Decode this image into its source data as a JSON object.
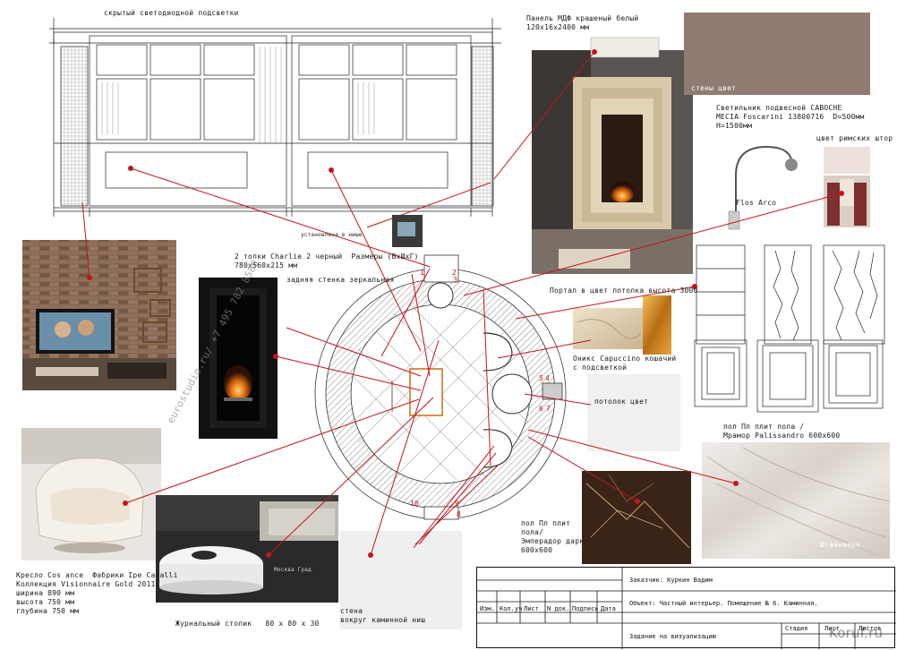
{
  "colors": {
    "red_line": "#c4141c",
    "swatch_wall": "#8f7b72",
    "swatch_curtain": "#ede1dd",
    "swatch_ceiling": "#f3f1ef",
    "marble_dark": "#3a2418",
    "marble_light": "#e8e3de",
    "onyx": "#d9c7a8",
    "amber": "#c8821c",
    "brick": "#8a6a55",
    "hatch": "#555555"
  },
  "labels": {
    "elevation_top": "скрытый светодиодной подсветки",
    "mdf_panel": "Панель МДФ крашеный белый\n120х16х2400 мм",
    "wall_color": "стены цвет",
    "lamp_spec": "Светильник подвесной САВОСНЕ\nМЕСIА Foscarini 13800716  D=500мм\nH=1500мм",
    "curtain_color": "цвет римских штор",
    "flos_arco": "Flos Arco",
    "fireplace_spec": "2 топки Charlie 2 черный  Размеры (ВхШхГ)\n780х560х215 мм",
    "mirror_wall": "задняя стенка зеркальная",
    "portal_note": "Портал в цвет потолка высота 3000",
    "onyx_note": "Оникс Capuccino кошачий\nс подсветкой",
    "ceiling_color": "потолок цвет",
    "marble_palissandro": "пол Пл плит пола /\nМрамор Palissandro 600х600",
    "marble_emperador": "пол Пл плит\nпола/\nЭмперадор дарк\n600х600",
    "wall_bottom": "стена\nвокруг каминной ниш",
    "chair_spec": "Кресло Cos ance  Фабрики Ipe Cavalli\nКоллекция Visionnaire Gold 2011\nширина 890 мм\nвысота 750 мм\nглубина 750 мм",
    "table_spec": "Журнальный столик   80 х 80 х 30",
    "small_note": "установлена в нише",
    "watermark_text": "eurostudio.ru/ +7 495 782 8580",
    "shtayner": "Штайнверк",
    "koruf": "Koruf.ru",
    "moscow": "Москва Град",
    "plan_nums": [
      "1",
      "2",
      "3",
      "4",
      "5",
      "6",
      "7",
      "8",
      "9",
      "10"
    ]
  },
  "title_block": {
    "headers": [
      "Изм.",
      "Кол.уч",
      "Лист",
      "N док.",
      "Подпись",
      "Дата"
    ],
    "customer": "Заказчик: Куркин Вадим",
    "object": "Объект: Частный интерьер. Помещение №    6. Каминная.",
    "task": "Задание на визуализацию",
    "stage": "Стадия",
    "sheet": "Лист",
    "sheets": "Листов"
  }
}
